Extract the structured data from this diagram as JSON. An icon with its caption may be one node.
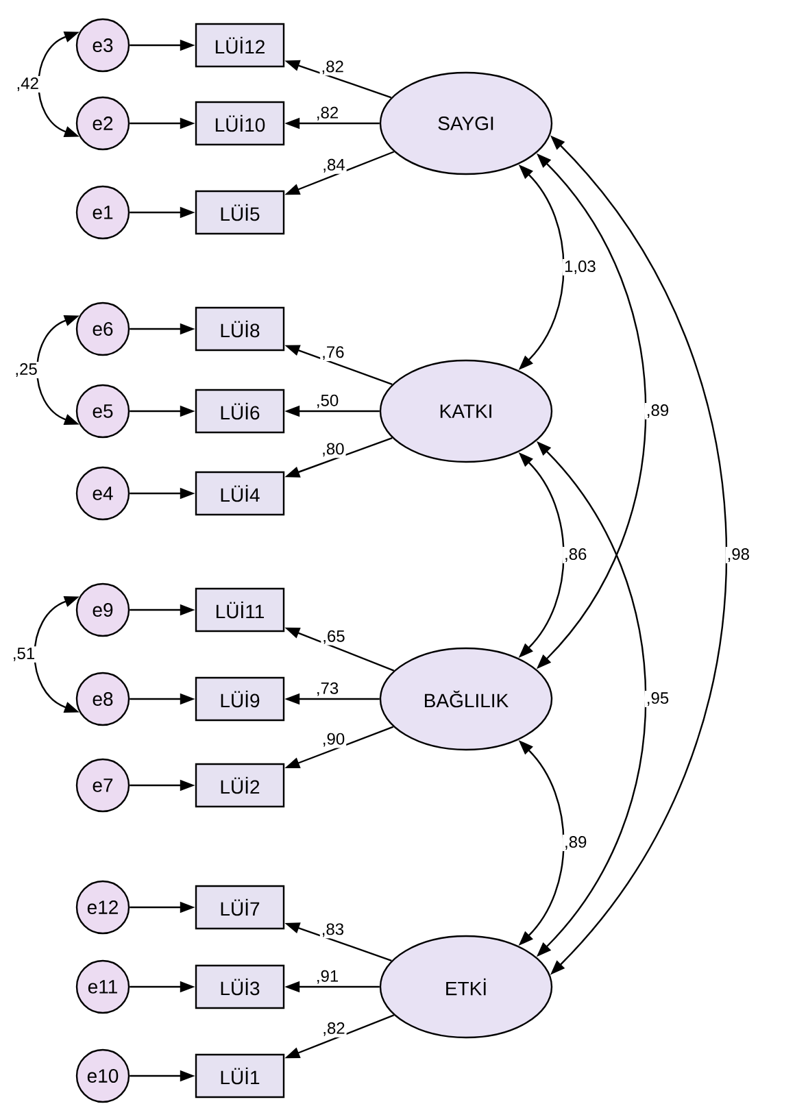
{
  "diagram": {
    "nodes": [
      {
        "text": [
          "e3"
        ]
      },
      {
        "text": [
          "LÜİ12"
        ]
      },
      {
        "text": [
          "e2"
        ]
      },
      {
        "text": [
          "LÜİ10"
        ]
      },
      {
        "text": [
          "e1"
        ]
      },
      {
        "text": [
          "LÜİ5"
        ]
      },
      {
        "text": [
          "SAYGI"
        ]
      },
      {
        "text": [
          "e6"
        ]
      },
      {
        "text": [
          "LÜİ8"
        ]
      },
      {
        "text": [
          "e5"
        ]
      },
      {
        "text": [
          "LÜİ6"
        ]
      },
      {
        "text": [
          "e4"
        ]
      },
      {
        "text": [
          "LÜİ4"
        ]
      },
      {
        "text": [
          "KATKI"
        ]
      },
      {
        "text": [
          "e9"
        ]
      },
      {
        "text": [
          "LÜİ11"
        ]
      },
      {
        "text": [
          "e8"
        ]
      },
      {
        "text": [
          "LÜİ9"
        ]
      },
      {
        "text": [
          "e7"
        ]
      },
      {
        "text": [
          "LÜİ2"
        ]
      },
      {
        "text": [
          "BAĞLILIK"
        ]
      },
      {
        "text": [
          "e12"
        ]
      },
      {
        "text": [
          "LÜİ7"
        ]
      },
      {
        "text": [
          "e11"
        ]
      },
      {
        "text": [
          "LÜİ3"
        ]
      },
      {
        "text": [
          "e10"
        ]
      },
      {
        "text": [
          "LÜİ1"
        ]
      },
      {
        "text": [
          "ETKİ"
        ]
      }
    ],
    "edges": [
      {
        "from": 0,
        "to": 1,
        "arrow": "to"
      },
      {
        "from": 2,
        "to": 3,
        "arrow": "to"
      },
      {
        "from": 4,
        "to": 5,
        "arrow": "to"
      },
      {
        "from": 7,
        "to": 8,
        "arrow": "to"
      },
      {
        "from": 9,
        "to": 10,
        "arrow": "to"
      },
      {
        "from": 11,
        "to": 12,
        "arrow": "to"
      },
      {
        "from": 14,
        "to": 15,
        "arrow": "to"
      },
      {
        "from": 16,
        "to": 17,
        "arrow": "to"
      },
      {
        "from": 18,
        "to": 19,
        "arrow": "to"
      },
      {
        "from": 21,
        "to": 22,
        "arrow": "to"
      },
      {
        "from": 23,
        "to": 24,
        "arrow": "to"
      },
      {
        "from": 25,
        "to": 26,
        "arrow": "to"
      },
      {
        "from": 6,
        "to": 1,
        "arrow": "to",
        "label": ",82"
      },
      {
        "from": 6,
        "to": 3,
        "arrow": "to",
        "label": ",82"
      },
      {
        "from": 6,
        "to": 5,
        "arrow": "to",
        "label": ",84"
      },
      {
        "from": 13,
        "to": 8,
        "arrow": "to",
        "label": ",76"
      },
      {
        "from": 13,
        "to": 10,
        "arrow": "to",
        "label": ",50"
      },
      {
        "from": 13,
        "to": 12,
        "arrow": "to",
        "label": ",80"
      },
      {
        "from": 20,
        "to": 15,
        "arrow": "to",
        "label": ",65"
      },
      {
        "from": 20,
        "to": 17,
        "arrow": "to",
        "label": ",73"
      },
      {
        "from": 20,
        "to": 19,
        "arrow": "to",
        "label": ",90"
      },
      {
        "from": 27,
        "to": 22,
        "arrow": "to",
        "label": ",83"
      },
      {
        "from": 27,
        "to": 24,
        "arrow": "to",
        "label": ",91"
      },
      {
        "from": 27,
        "to": 26,
        "arrow": "to",
        "label": ",82"
      },
      {
        "from": 0,
        "to": 2,
        "arrow": "both",
        "label": ",42"
      },
      {
        "from": 7,
        "to": 9,
        "arrow": "both",
        "label": ",25"
      },
      {
        "from": 14,
        "to": 16,
        "arrow": "both",
        "label": ",51"
      },
      {
        "from": 6,
        "to": 13,
        "arrow": "both",
        "label": "1,03"
      },
      {
        "from": 6,
        "to": 20,
        "arrow": "both",
        "label": ",89"
      },
      {
        "from": 6,
        "to": 27,
        "arrow": "both",
        "label": ",98"
      },
      {
        "from": 13,
        "to": 20,
        "arrow": "both",
        "label": ",86"
      },
      {
        "from": 13,
        "to": 27,
        "arrow": "both",
        "label": ",95"
      },
      {
        "from": 20,
        "to": 27,
        "arrow": "both",
        "label": ",89"
      }
    ]
  }
}
